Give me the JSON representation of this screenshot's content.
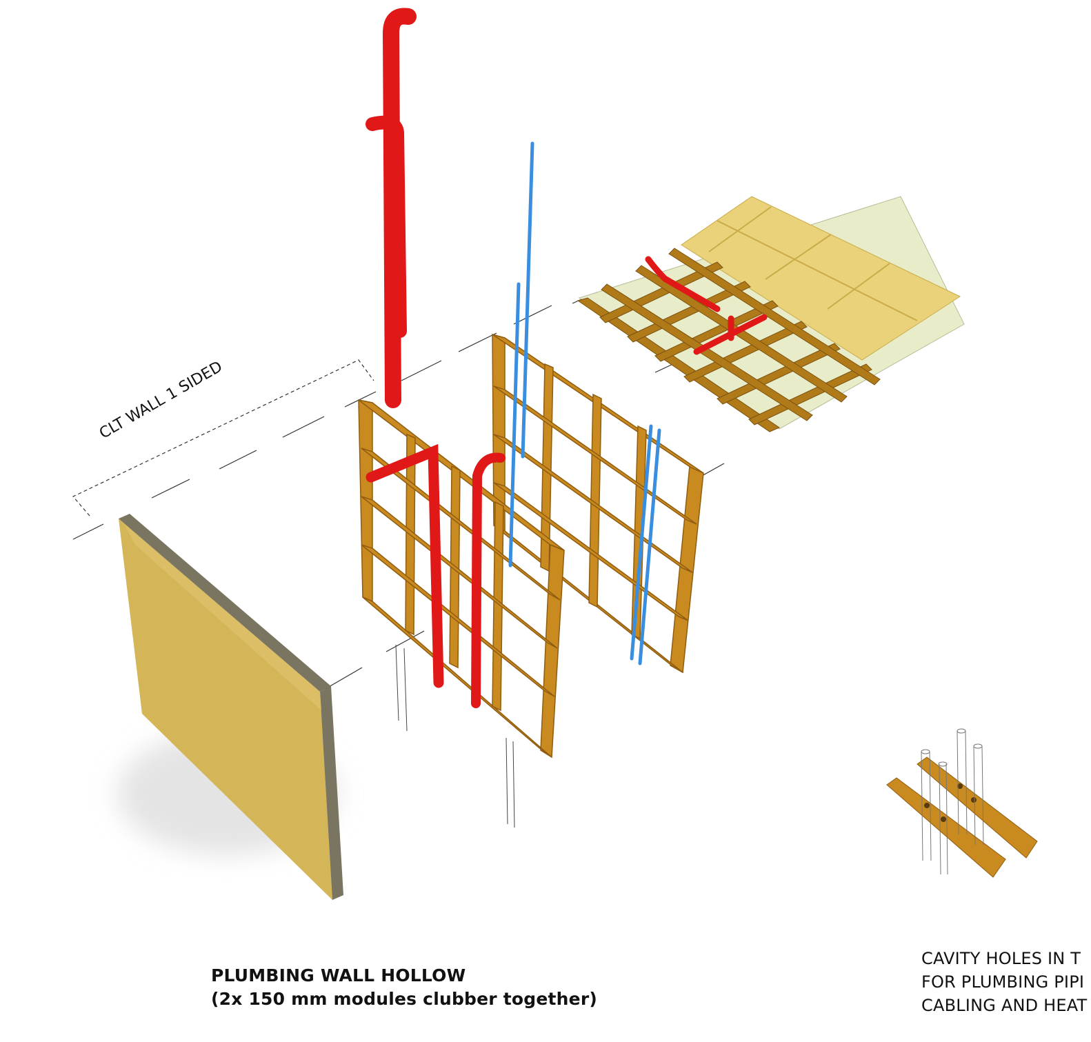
{
  "labels": {
    "clt_wall": "CLT WALL 1 SIDED",
    "plumbing_title": "PLUMBING WALL HOLLOW",
    "plumbing_subtitle": "(2x 150 mm modules clubber together)",
    "cavity_line1": "CAVITY HOLES IN T",
    "cavity_line2": "FOR PLUMBING PIPI",
    "cavity_line3": "CABLING AND HEAT"
  },
  "colors": {
    "timber": "#c98a1f",
    "timber_dark": "#8f5c10",
    "clt_panel": "#d9bb5e",
    "clt_edge": "#6f6a52",
    "floor_board": "#ead27a",
    "floor_base": "#e8ecc8",
    "red_pipe": "#e01818",
    "blue_pipe": "#3a8ee0"
  }
}
